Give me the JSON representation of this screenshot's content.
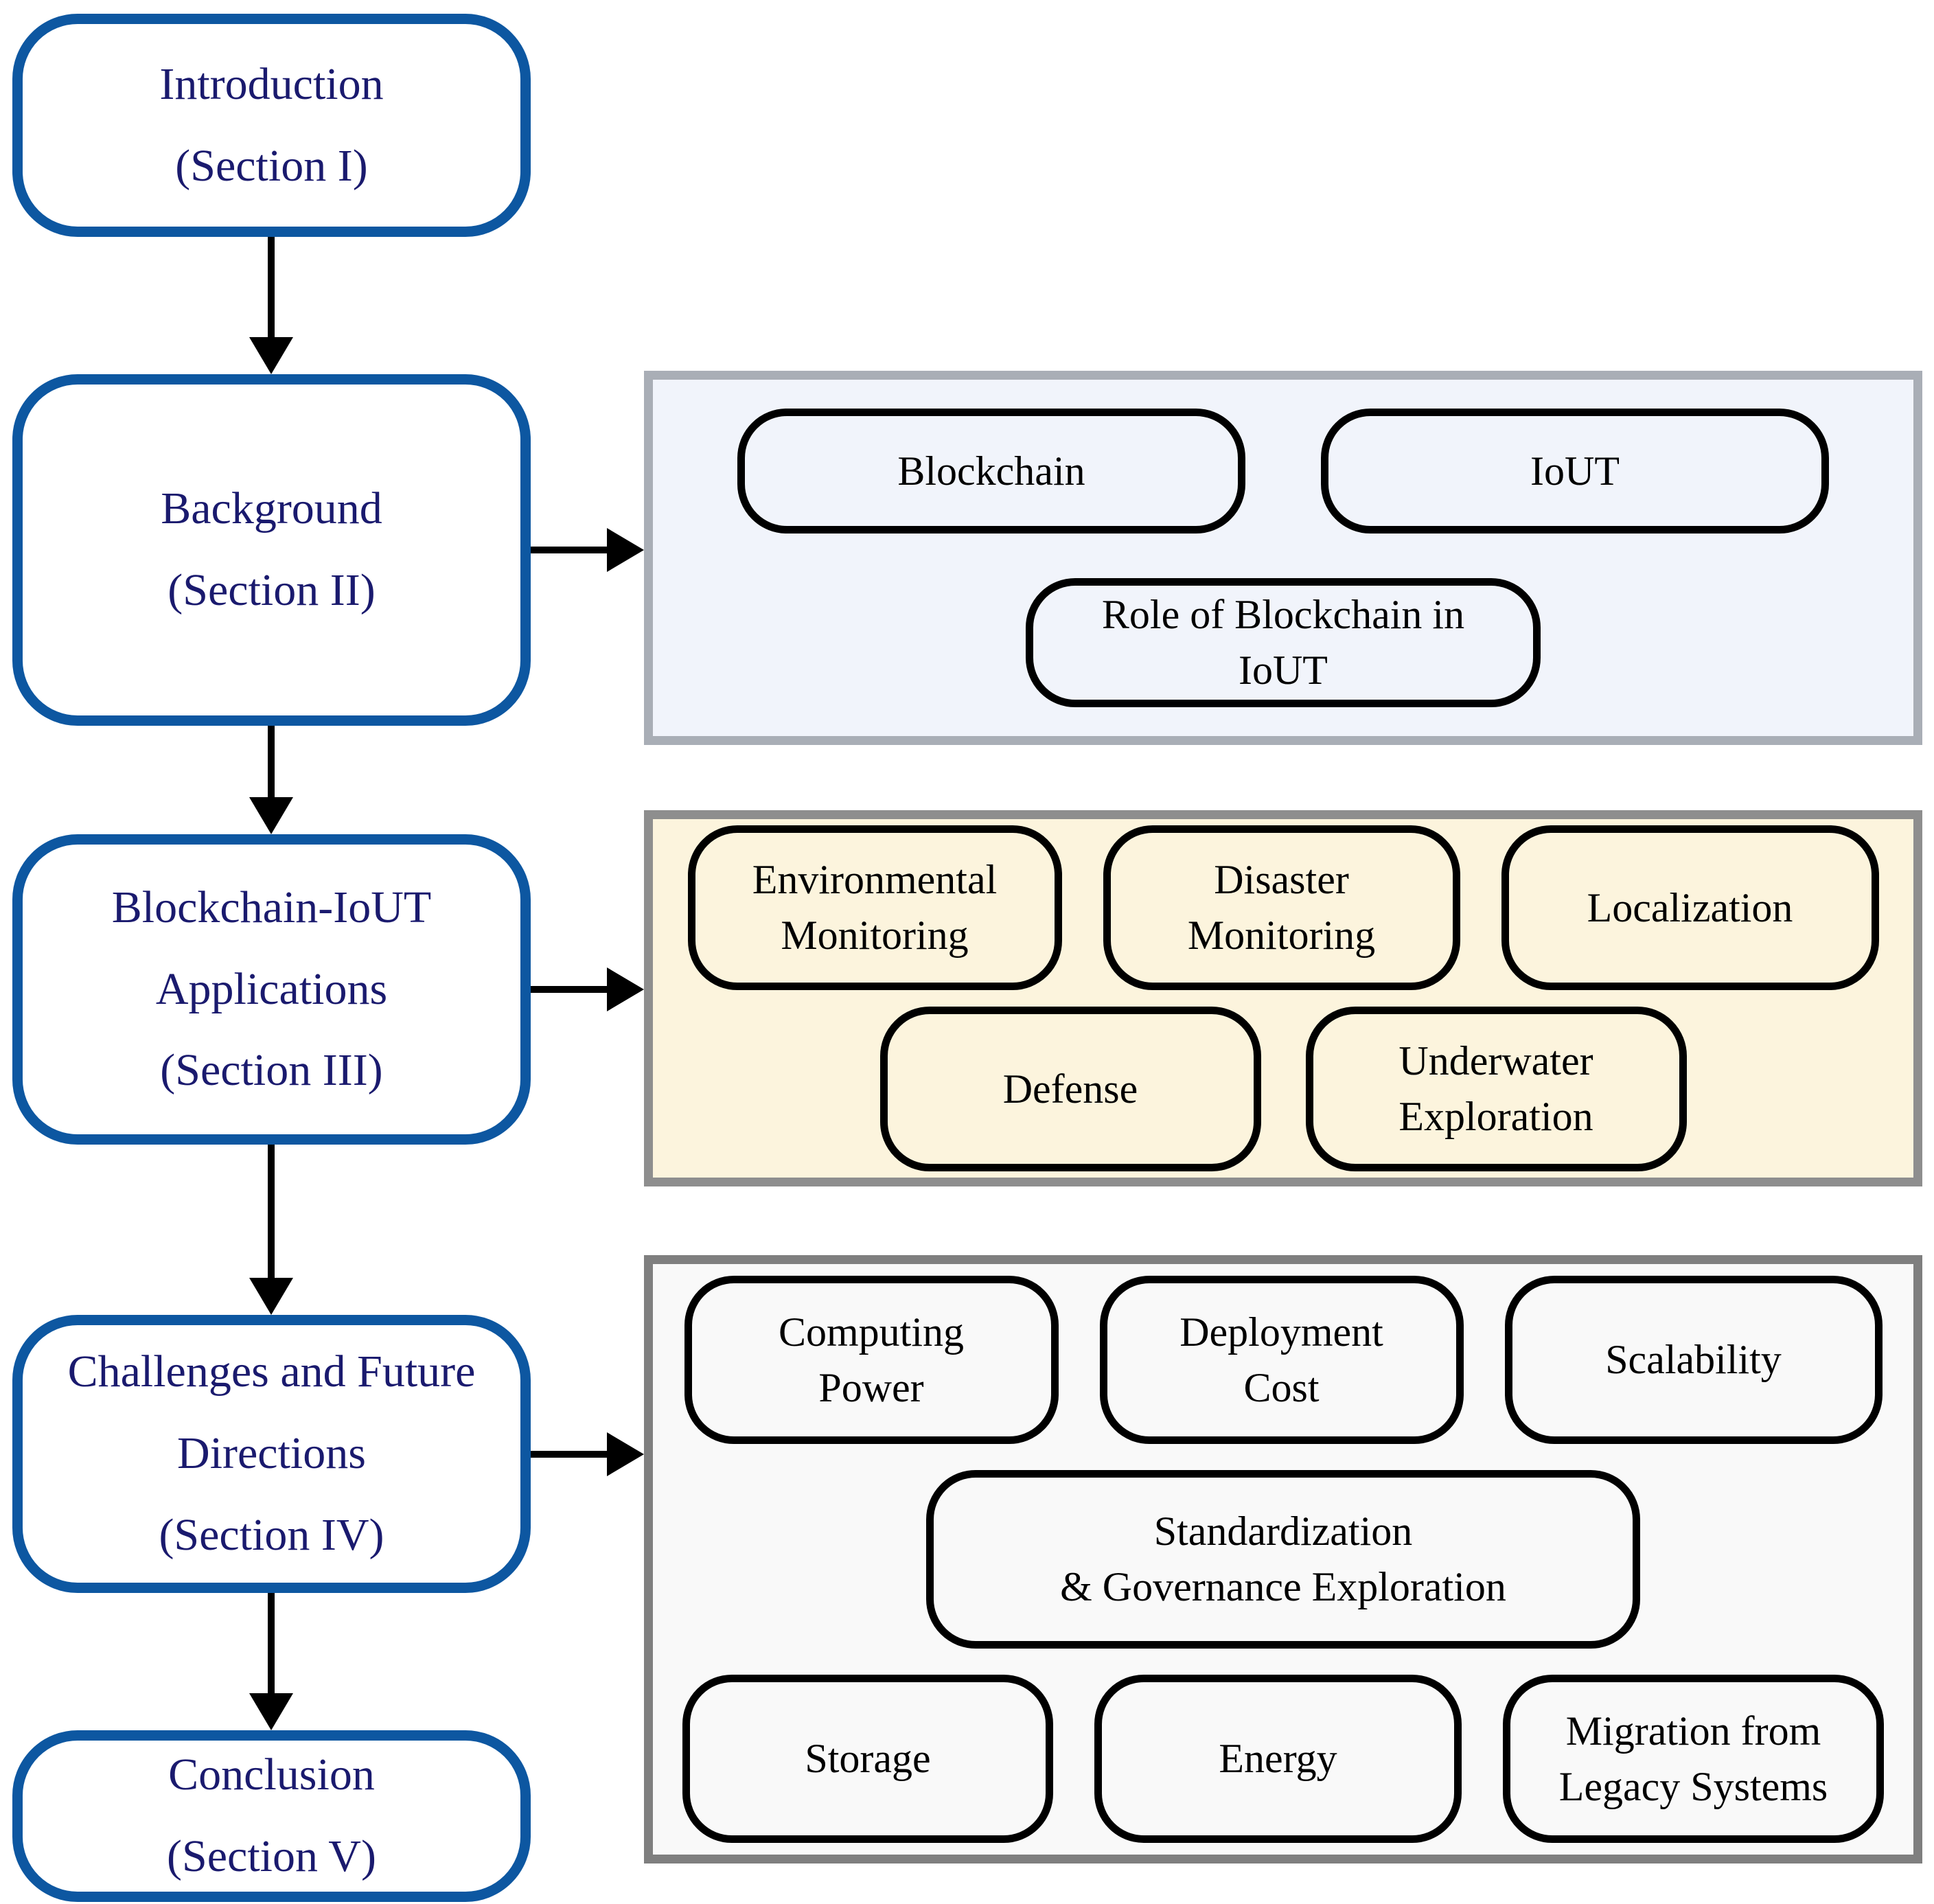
{
  "sections": [
    {
      "id": "introduction",
      "label": "Introduction\n(Section I)"
    },
    {
      "id": "background",
      "label": "Background\n(Section II)"
    },
    {
      "id": "applications",
      "label": "Blockchain-IoUT\nApplications\n(Section III)"
    },
    {
      "id": "challenges",
      "label": "Challenges and Future\nDirections\n(Section IV)"
    },
    {
      "id": "conclusion",
      "label": "Conclusion\n(Section V)"
    }
  ],
  "panels": {
    "background": {
      "items": [
        "Blockchain",
        "IoUT",
        "Role of Blockchain in\nIoUT"
      ]
    },
    "applications": {
      "items": [
        "Environmental\nMonitoring",
        "Disaster\nMonitoring",
        "Localization",
        "Defense",
        "Underwater\nExploration"
      ]
    },
    "challenges": {
      "items": [
        "Computing\nPower",
        "Deployment\nCost",
        "Scalability",
        "Standardization\n& Governance Exploration",
        "Storage",
        "Energy",
        "Migration from\nLegacy Systems"
      ]
    }
  },
  "colors": {
    "section_border_blue": "#0d57a1",
    "section_text_navy": "#1a1a6e",
    "panel_background_fill": "#f1f4fb",
    "panel_background_border": "#a9aeb6",
    "panel_applications_fill": "#fcf4dd",
    "panel_applications_border": "#8e8e8e",
    "panel_challenges_fill": "#f9f9f9",
    "panel_challenges_border": "#7f7f7f",
    "pill_border": "#000000",
    "arrow": "#000000"
  }
}
